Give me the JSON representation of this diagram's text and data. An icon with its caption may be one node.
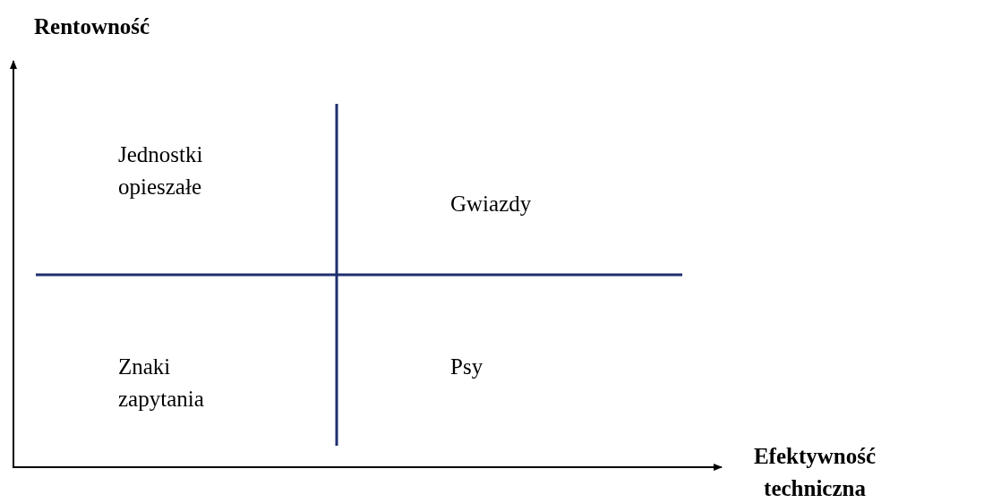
{
  "diagram": {
    "labels": [
      "Rentowność",
      "Jednostki opieszałe",
      "Gwiazdy",
      "Znaki zapytania",
      "Psy",
      "Efektywność techniczna"
    ]
  }
}
